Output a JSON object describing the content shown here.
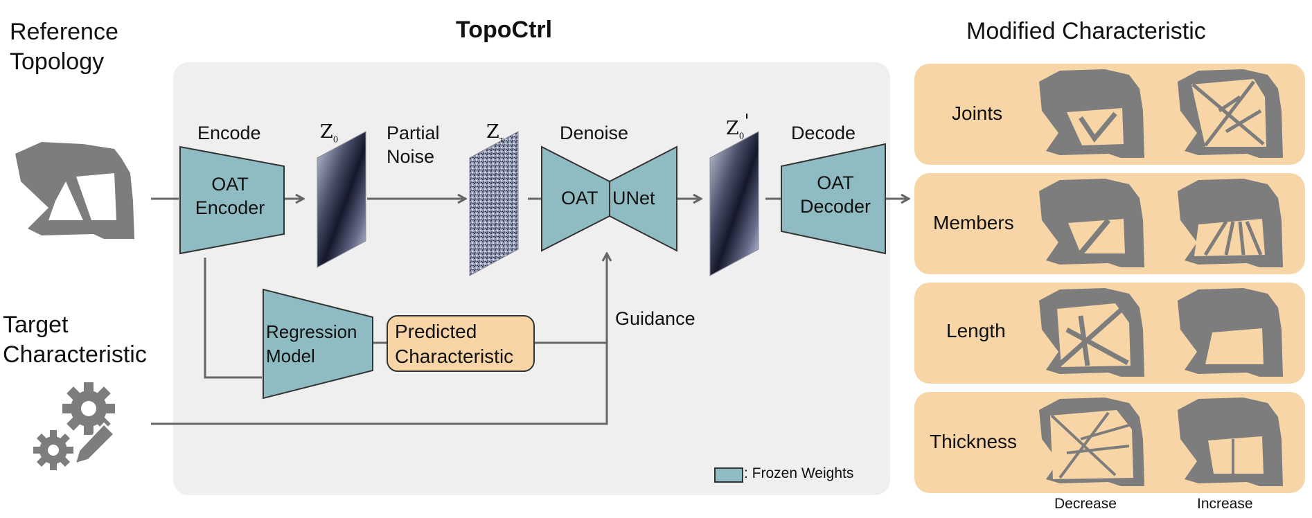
{
  "left": {
    "reference_topology": [
      "Reference",
      "Topology"
    ],
    "target_characteristic": [
      "Target",
      "Characteristic"
    ]
  },
  "center": {
    "title": "TopoCtrl",
    "encode_label": "Encode",
    "encoder": [
      "OAT",
      "Encoder"
    ],
    "z0_label": "Z",
    "z0_sub": "0",
    "partial_noise": [
      "Partial",
      "Noise"
    ],
    "zt_label": "Z",
    "zt_sub": "τ",
    "denoise_label": "Denoise",
    "unet_left": "OAT",
    "unet_right": "UNet",
    "z0p_label": "Z",
    "z0p_sub": "0",
    "z0p_prime": "'",
    "decode_label": "Decode",
    "decoder": [
      "OAT",
      "Decoder"
    ],
    "regression": [
      "Regression",
      "Model"
    ],
    "predicted": [
      "Predicted",
      "Characteristic"
    ],
    "guidance": "Guidance",
    "legend_text": ": Frozen Weights"
  },
  "right": {
    "title": "Modified Characteristic",
    "rows": [
      {
        "label": "Joints"
      },
      {
        "label": "Members"
      },
      {
        "label": "Length"
      },
      {
        "label": "Thickness"
      }
    ],
    "decrease": "Decrease",
    "increase": "Increase"
  },
  "colors": {
    "frozen_fill": "#8fbcc2",
    "panel_fill": "#f7d5a6",
    "center_bg": "#efefef",
    "arrow": "#666666",
    "topology": "#7d7d7d"
  }
}
